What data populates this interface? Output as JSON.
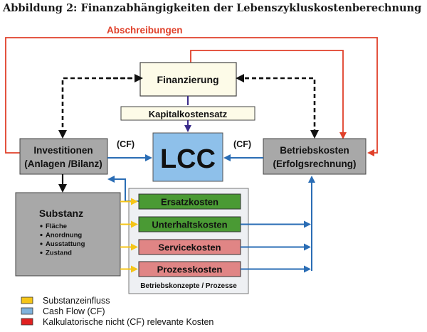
{
  "caption": "Abbildung 2: Finanzabhängigkeiten der Lebenszykluskostenberechnung",
  "abschreibungen": "Abschreibungen",
  "nodes": {
    "finanzierung": "Finanzierung",
    "kapitalkostensatz": "Kapitalkostensatz",
    "lcc": "LCC",
    "investitionen_l1": "Investitionen",
    "investitionen_l2": "(Anlagen /Bilanz)",
    "betriebskosten_l1": "Betriebskosten",
    "betriebskosten_l2": "(Erfolgsrechnung)",
    "cf_left": "(CF)",
    "cf_right": "(CF)",
    "substanz": {
      "title": "Substanz",
      "items": [
        "Fläche",
        "Anordnung",
        "Ausstattung",
        "Zustand"
      ]
    },
    "kosten": [
      "Ersatzkosten",
      "Unterhaltskosten",
      "Servicekosten",
      "Prozesskosten"
    ],
    "betriebskonzepte": "Betriebskonzepte / Prozesse"
  },
  "legend": [
    {
      "label": "Substanzeinfluss",
      "color": "#f5c518"
    },
    {
      "label": "Cash Flow (CF)",
      "color": "#7fb2dc"
    },
    {
      "label": "Kalkulatorische nicht (CF) relevante Kosten",
      "color": "#e02020"
    }
  ],
  "colors": {
    "red": "#e0402a",
    "blue": "#2a6db5",
    "navy": "#3a2b8a",
    "yellow": "#f5c518",
    "green": "#4a9a34",
    "pink": "#e08585",
    "lcc_fill": "#8ec0ea",
    "gray": "#a8a8a8",
    "cream": "#fdfbe8"
  }
}
